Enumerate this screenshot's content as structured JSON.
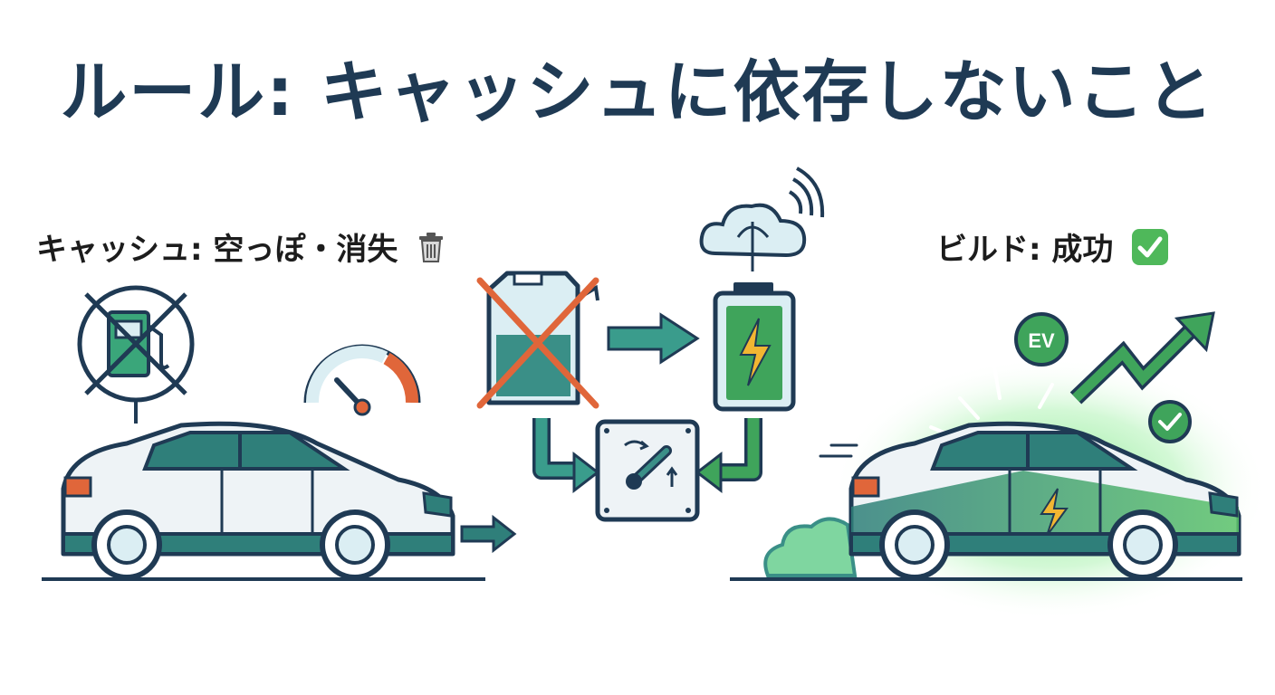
{
  "title": "ルール: キャッシュに依存しないこと",
  "left_panel": {
    "label": "キャッシュ: 空っぽ・消失",
    "icon": "trash-icon"
  },
  "right_panel": {
    "label": "ビルド: 成功",
    "icon": "check-box-icon",
    "badge": "EV"
  },
  "colors": {
    "navy": "#1f3a54",
    "teal": "#2f7f7a",
    "green": "#3fa45b",
    "orange": "#e0663a",
    "light_blue": "#dbeef3",
    "bolt": "#f2b632"
  }
}
